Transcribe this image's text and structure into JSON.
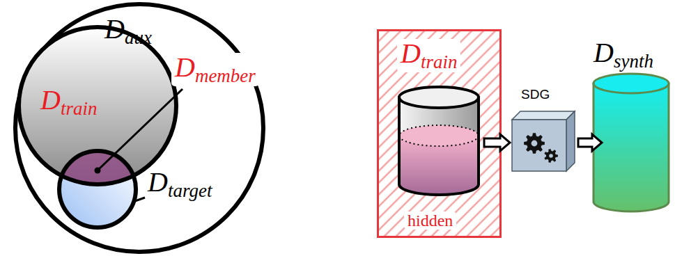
{
  "diagram": {
    "nodes": [
      {
        "text": [
          "Daux"
        ]
      },
      {
        "text": [
          "Dtrain"
        ],
        "in": 0
      },
      {
        "text": [
          "Dtarget"
        ],
        "in": 0
      },
      {
        "text": [
          "Dtrain",
          "hidden"
        ]
      },
      {
        "text": [
          "SDG"
        ]
      },
      {
        "text": [
          "Dsynth"
        ]
      }
    ],
    "edges": [
      {
        "from": 3,
        "to": 4,
        "arrow": "to"
      },
      {
        "from": 4,
        "to": 5,
        "arrow": "to"
      }
    ],
    "labels": [
      "Dmember"
    ]
  }
}
